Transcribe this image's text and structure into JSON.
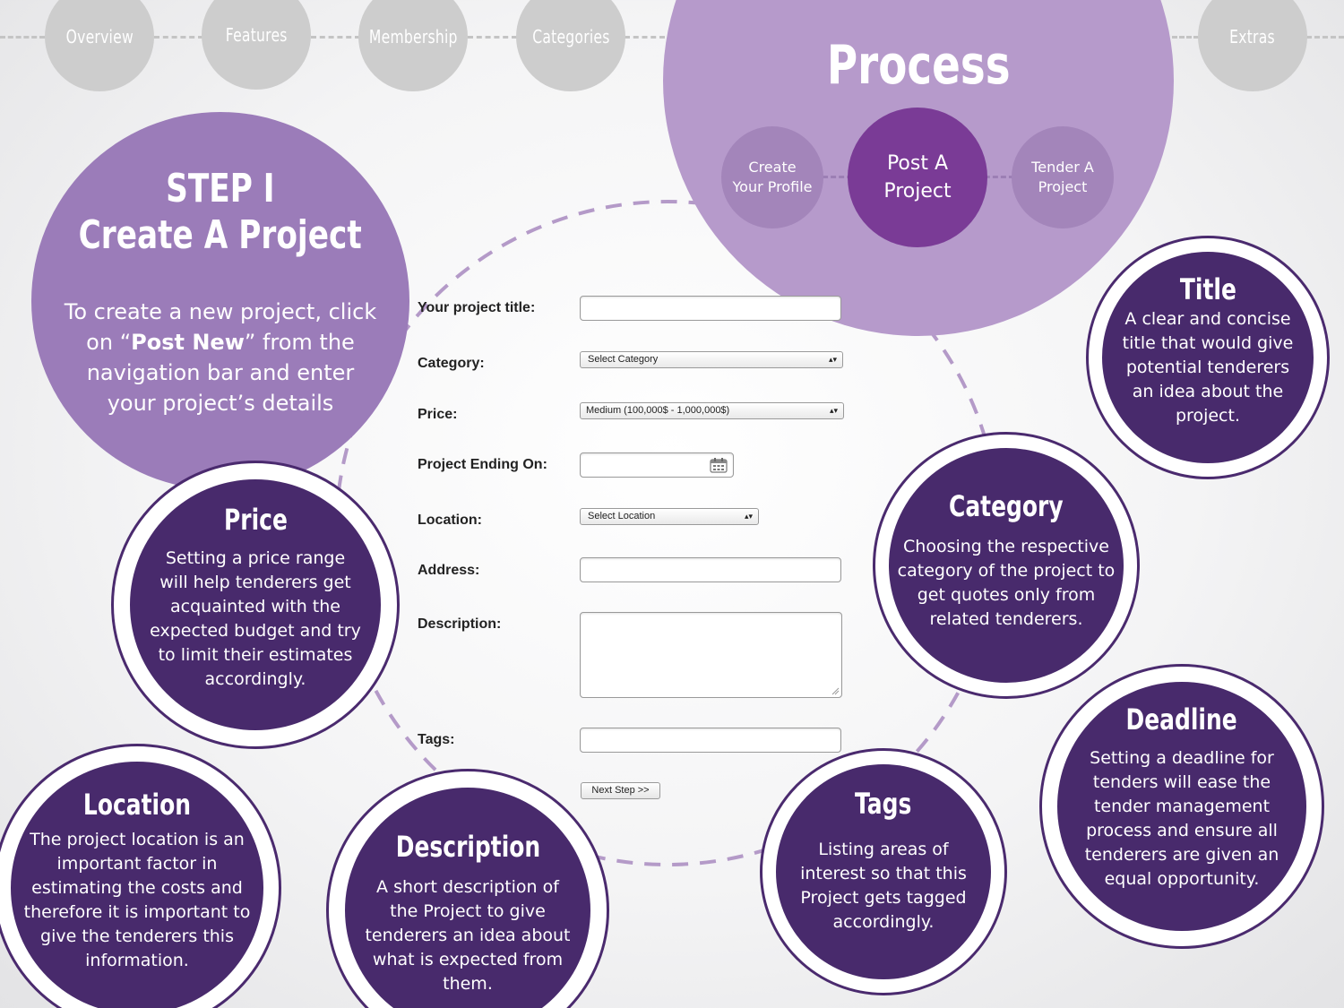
{
  "nav": {
    "items": [
      "Overview",
      "Features",
      "Membership",
      "Categories",
      "Extras"
    ]
  },
  "process": {
    "title": "Process",
    "steps": [
      "Create Your Profile",
      "Post A Project",
      "Tender A Project"
    ]
  },
  "step": {
    "title_line1": "STEP I",
    "title_line2": "Create A Project",
    "desc_before": "To create a new project, click on “",
    "desc_bold": "Post New",
    "desc_after": "” from the navigation bar and enter your project’s details"
  },
  "form": {
    "title_label": "Your project title:",
    "category_label": "Category:",
    "category_value": "Select Category",
    "price_label": "Price:",
    "price_value": "Medium (100,000$ - 1,000,000$)",
    "ending_label": "Project Ending On:",
    "location_label": "Location:",
    "location_value": "Select Location",
    "address_label": "Address:",
    "description_label": "Description:",
    "tags_label": "Tags:",
    "next_button": "Next Step >>"
  },
  "bubbles": {
    "title": {
      "heading": "Title",
      "text": "A clear and concise title that would give potential tenderers an idea about the project."
    },
    "category": {
      "heading": "Category",
      "text": "Choosing the respective category of the project to get quotes only from related tenderers."
    },
    "price": {
      "heading": "Price",
      "text": "Setting a price range will help tenderers get acquainted with the expected budget and try to limit their estimates accordingly."
    },
    "deadline": {
      "heading": "Deadline",
      "text": "Setting a deadline for tenders will ease the tender management process and ensure all tenderers are given an equal opportunity."
    },
    "location": {
      "heading": "Location",
      "text": "The project location is an important factor in estimating the costs and therefore it is important to give the tenderers this information."
    },
    "description": {
      "heading": "Description",
      "text": "A short description of the Project to give tenderers an idea about what is expected from them."
    },
    "tags": {
      "heading": "Tags",
      "text": "Listing areas of interest so that this Project gets tagged accordingly."
    }
  },
  "colors": {
    "nav_gray": "#cdcdcd",
    "process_light": "#b69acb",
    "process_accent": "#7a3b96",
    "step_purple": "#9b7cb9",
    "bubble_dark": "#482a6c"
  }
}
